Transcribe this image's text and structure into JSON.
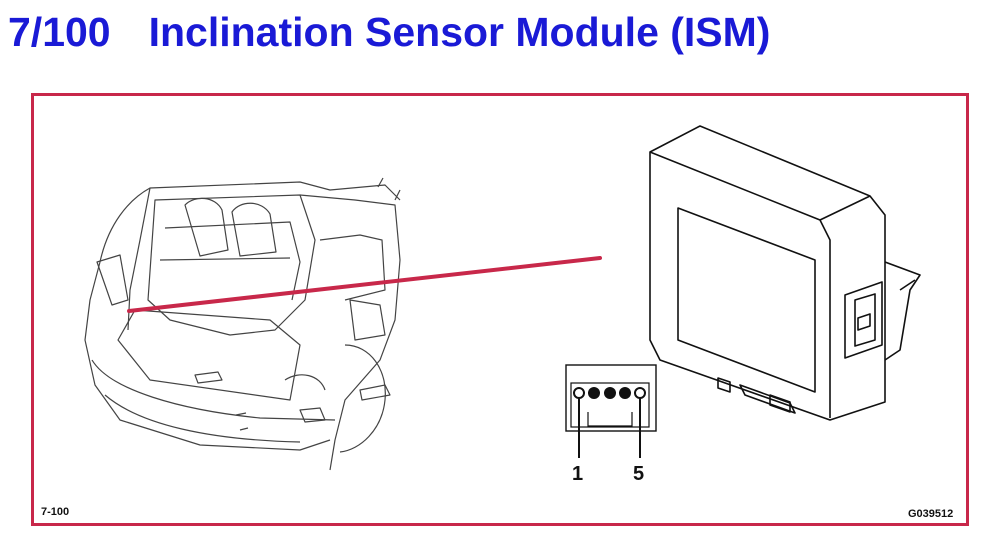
{
  "header": {
    "code": "7/100",
    "title": "Inclination Sensor Module (ISM)"
  },
  "figure": {
    "figure_id": "7-100",
    "image_id": "G039512",
    "connector": {
      "pin_first_label": "1",
      "pin_last_label": "5",
      "pin_count": 5
    },
    "colors": {
      "title": "#1a1ad6",
      "frame": "#c8284a",
      "pointer": "#c8284a"
    }
  }
}
